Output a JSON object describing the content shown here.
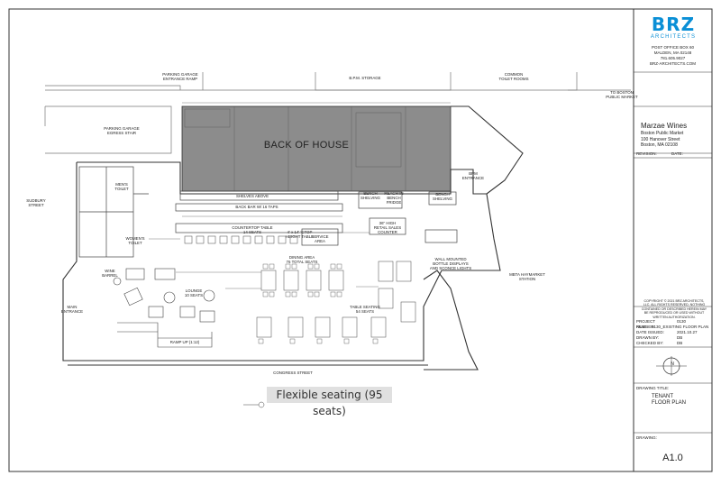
{
  "plan": {
    "back_of_house": "BACK OF HOUSE",
    "labels": {
      "parking_garage_ramp": "PARKING GARAGE\nENTRANCE RAMP",
      "bpm_storage": "B.P.M. STORAGE",
      "common_toilet": "COMMON\nTOILET ROOMS",
      "to_boston": "TO BOSTON\nPUBLIC MARKET",
      "parking_garage_stair": "PARKING GARAGE\nEGRESS STAIR",
      "sudbury": "SUDBURY\nSTREET",
      "mens_toilet": "MEN'S\nTOILET",
      "womens_toilet": "WOMEN'S\nTOILET",
      "shelves_above": "SHELVES ABOVE",
      "back_bar": "BACK BAR W/ 16 TAPS",
      "countertop": "COUNTERTOP TABLE",
      "countertop_seats": "14 SEATS",
      "high_table": "4' x 14' 'CTOP\nHEIGHT TABLE",
      "service_area": "SERVICE\nAREA",
      "bench_shelving": "BENCH\nSHELVING",
      "reach_in": "REACH-IN\nBENCH\nFRIDGE",
      "retail_sales": "36\" HIGH\nRETAIL SALES\nCOUNTER",
      "bpm_entrance": "BPM\nENTRANCE",
      "bench_shelving_right": "BENCH\nSHELVING",
      "wall_mounted": "WALL MOUNTED\nBOTTLE DISPLAYS\nAND SCONCE LIGHTS",
      "mbta": "MBTA HAYMARKET\nSTATION",
      "dining_area": "DINING AREA\n76 TOTAL SEATS",
      "wine_barrel": "WINE\nBARREL",
      "lounge": "LOUNGE\n10 SEATS",
      "table_seating": "TABLE SEATING\n54 SEATS",
      "main_entrance": "MAIN\nENTRANCE",
      "ramp_up": "RAMP UP (1:12)",
      "congress": "CONGRESS STREET"
    }
  },
  "caption": "Flexible seating (95 seats)",
  "title_block": {
    "logo": "BRZ",
    "logo_sub": "ARCHITECTS",
    "address": [
      "POST OFFICE BOX 60",
      "MALDEN, MA 02148",
      "781.605.9027",
      "BRZ-ARCHITECTS.COM"
    ],
    "project_name": "Marzae Wines",
    "project_lines": [
      "Boston Public Market",
      "100 Hanover Street",
      "Boston, MA 02108"
    ],
    "revision": "REVISION:",
    "date": "DATE:",
    "copyright": "COPYRIGHT © 2021 BRZ ARCHITECTS, LLC. ALL RIGHTS RESERVED. NOTHING CONTAINED OR DESCRIBED HEREIN MAY BE REPRODUCED OR USED WITHOUT WRITTEN AUTHORIZATION.",
    "project_number_label": "PROJECT NUMBER:",
    "project_number": "0130",
    "file_label": "FILE:",
    "file": "0130_EXISTING FLOOR PLAN",
    "date_issued_label": "DATE ISSUED:",
    "date_issued": "2021.10.27",
    "drawn_by_label": "DRAWN BY:",
    "drawn_by": "DB",
    "checked_by_label": "CHECKED BY:",
    "checked_by": "DB",
    "north": "N",
    "drawing_title_label": "DRAWING TITLE:",
    "drawing_title": [
      "TENANT",
      "FLOOR PLAN"
    ],
    "drawing_label": "DRAWING:",
    "drawing_number": "A1.0"
  },
  "colors": {
    "logo": "#0a8fd6",
    "boh_fill": "#8c8c8c",
    "caption_bg": "#e0e0e0"
  }
}
